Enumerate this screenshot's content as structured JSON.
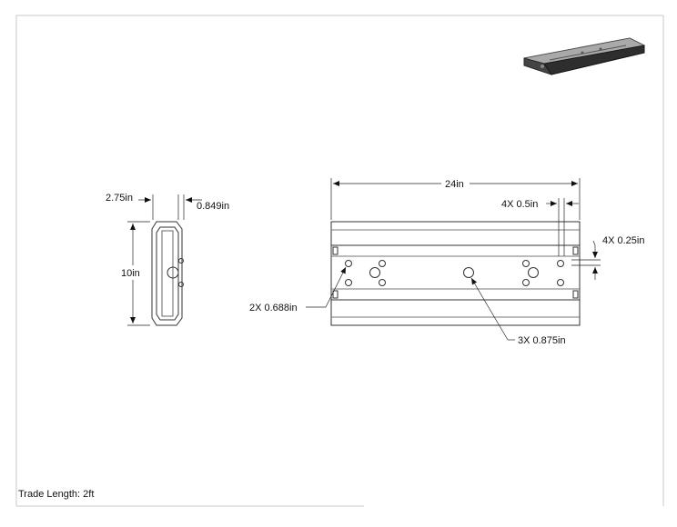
{
  "drawing": {
    "dimensions": {
      "depth": "2.75in",
      "flange": "0.849in",
      "width": "10in",
      "length": "24in",
      "slot_spacing": "4X 0.5in",
      "slot_width": "4X 0.25in",
      "small_holes": "2X 0.688in",
      "large_holes": "3X 0.875in"
    },
    "footer": {
      "label": "Trade Length: 2ft"
    }
  }
}
